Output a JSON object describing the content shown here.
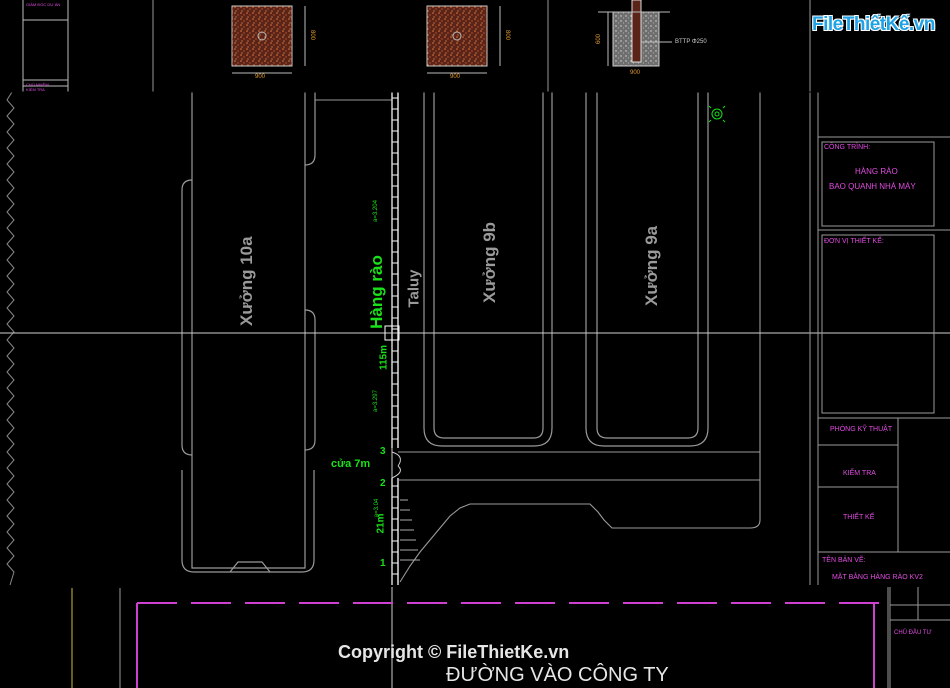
{
  "watermark": {
    "logo_text": "FileThiếtKế.vn",
    "copyright": "Copyright © FileThietKe.vn"
  },
  "details": {
    "dim_900_a": "900",
    "dim_900_b": "900",
    "dim_900_c": "900",
    "dim_side_a": "800",
    "dim_side_b": "800",
    "dim_side_c": "600",
    "steel_label": "BTTP Φ250"
  },
  "plan": {
    "buildings": [
      "Xưởng 10a",
      "Xưởng 9b",
      "Xưởng 9a"
    ],
    "fence_label": "Hàng rào",
    "slope_label": "Taluy",
    "length_115": "115m",
    "length_21": "21m",
    "gate_label": "cửa 7m",
    "spacing_a": "a=3.204",
    "spacing_b": "a=3.297",
    "spacing_c": "a=3.04",
    "markers": [
      "3",
      "2",
      "1"
    ],
    "road_label": "ĐƯỜNG VÀO CÔNG TY"
  },
  "title_block": {
    "project_label": "CÔNG TRÌNH:",
    "project_line1": "HÀNG RÀO",
    "project_line2": "BAO QUANH NHÀ MÁY",
    "designer_unit": "ĐƠN VỊ THIẾT KẾ:",
    "tech_dept": "PHÒNG KỸ THUẬT",
    "check": "KIỂM TRA",
    "design": "THIẾT KẾ",
    "drawing_name_label": "TÊN BẢN VẼ:",
    "drawing_name": "MẶT BẰNG HÀNG RÀO KV2",
    "investor": "CHỦ ĐẦU TƯ"
  },
  "left_strip": {
    "row1": "GIÁM ĐỐC DỰ ÁN",
    "row2": "CHỦ NHIỆM",
    "row3": "KIỂM TRA"
  }
}
